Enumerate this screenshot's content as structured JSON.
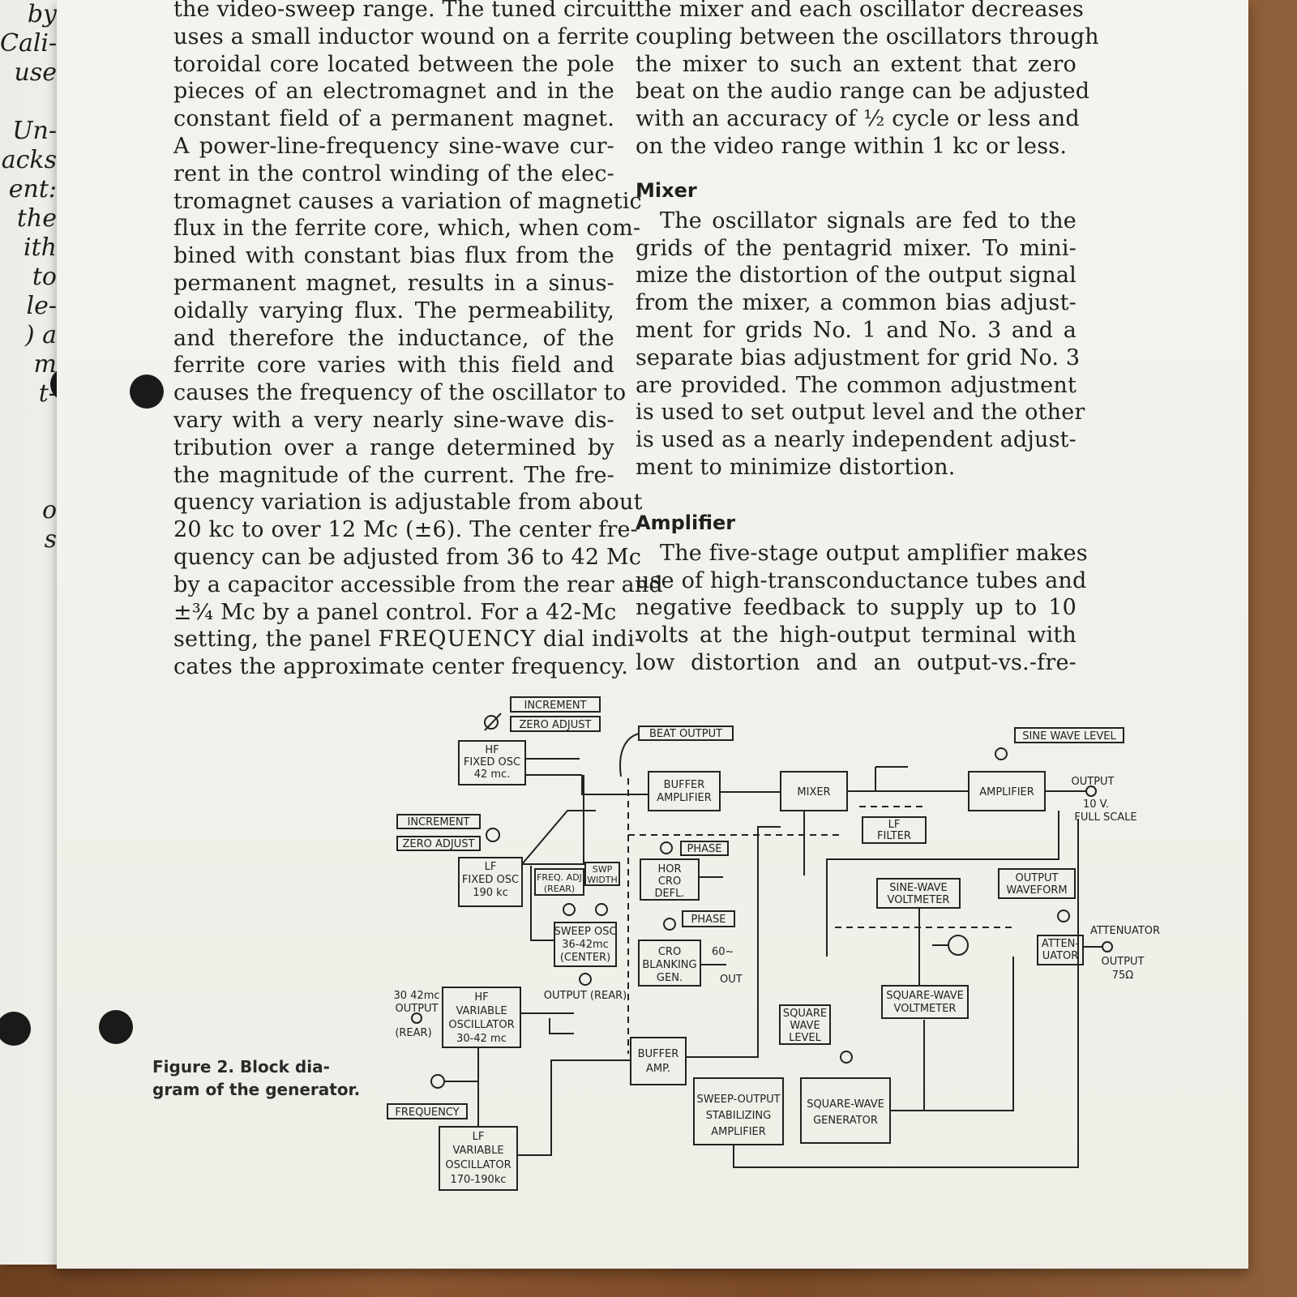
{
  "prev_page_lines": [
    "by",
    "Cali-",
    "use",
    "",
    "Un-",
    "acks",
    "ent:",
    "the",
    "ith",
    "to",
    "le-",
    ") a",
    "m",
    "t-",
    "",
    "",
    "",
    "o",
    "s"
  ],
  "left_column": [
    "the video-sweep range. The tuned circuit",
    "uses a small inductor wound on a ferrite",
    "toroidal core located between the pole",
    "pieces of an electromagnet and in the",
    "constant field of a permanent magnet.",
    "A power-line-frequency sine-wave cur-",
    "rent in the control winding of the elec-",
    "tromagnet causes a variation of magnetic",
    "flux in the ferrite core, which, when com-",
    "bined with constant bias flux from the",
    "permanent magnet, results in a sinus-",
    "oidally varying flux. The permeability,",
    "and therefore the inductance, of the",
    "ferrite core varies with this field and",
    "causes the frequency of the oscillator to",
    "vary with a very nearly sine-wave dis-",
    "tribution over a range determined by",
    "the magnitude of the current. The fre-",
    "quency variation is adjustable from about",
    "20 kc to over 12 Mc (±6). The center fre-",
    "quency can be adjusted from 36 to 42 Mc",
    "by a capacitor accessible from the rear and",
    "±¾ Mc by a panel control. For a 42-Mc"
  ],
  "left_col_end": {
    "pre": "setting, the panel",
    "smallcaps": "FREQUENCY",
    "post": "dial indi-",
    "final": "cates the approximate center frequency."
  },
  "right_top": [
    "the mixer and each oscillator decreases",
    "coupling between the oscillators through",
    "the mixer to such an extent that zero",
    "beat on the audio range can be adjusted",
    "with an accuracy of ½ cycle or less and",
    "on the video range within 1 kc or less."
  ],
  "mixer_heading": "Mixer",
  "mixer_text": [
    "The oscillator signals are fed to the",
    "grids of the pentagrid mixer. To mini-",
    "mize the distortion of the output signal",
    "from the mixer, a common bias adjust-",
    "ment for grids No. 1 and No. 3 and a",
    "separate bias adjustment for grid No. 3",
    "are provided. The common adjustment",
    "is used to set output level and the other",
    "is used as a nearly independent adjust-",
    "ment to minimize distortion."
  ],
  "amplifier_heading": "Amplifier",
  "amplifier_text": [
    "The five-stage output amplifier makes",
    "use of high-transconductance tubes and",
    "negative feedback to supply up to 10",
    "volts at the high-output terminal with",
    "low distortion and an output-vs.-fre-"
  ],
  "caption": [
    "Figure 2. Block dia-",
    "gram of the generator."
  ],
  "diagram": {
    "increment_top": "INCREMENT",
    "zero_adjust_top": "ZERO ADJUST",
    "hf_fixed": [
      "HF",
      "FIXED OSC",
      "42 mc."
    ],
    "increment_mid": "INCREMENT",
    "zero_adjust_mid": "ZERO ADJUST",
    "lf_fixed": [
      "LF",
      "FIXED OSC",
      "190 kc"
    ],
    "freq_adj": [
      "FREQ. ADJ",
      "(REAR)"
    ],
    "swp_width": [
      "SWP",
      "WIDTH"
    ],
    "sweep_osc": [
      "SWEEP OSC",
      "36-42mc",
      "(CENTER)"
    ],
    "output_rear": "OUTPUT (REAR)",
    "hf_var_output": [
      "30 42mc",
      "OUTPUT",
      "(REAR)"
    ],
    "hf_variable": [
      "HF",
      "VARIABLE",
      "OSCILLATOR",
      "30-42 mc"
    ],
    "frequency": "FREQUENCY",
    "lf_variable": [
      "LF",
      "VARIABLE",
      "OSCILLATOR",
      "170-190kc"
    ],
    "beat_output": "BEAT OUTPUT",
    "buffer_amplifier": [
      "BUFFER",
      "AMPLIFIER"
    ],
    "phase1": "PHASE",
    "hor_cro": [
      "HOR",
      "CRO",
      "DEFL."
    ],
    "phase2": "PHASE",
    "cro_blanking": [
      "CRO",
      "BLANKING",
      "GEN."
    ],
    "sixty": "60~",
    "out_label": "OUT",
    "buffer_amp": [
      "BUFFER",
      "AMP."
    ],
    "sweep_output": [
      "SWEEP-OUTPUT",
      "STABILIZING",
      "AMPLIFIER"
    ],
    "mixer": "MIXER",
    "lf_filter": [
      "LF",
      "FILTER"
    ],
    "square_wave_level": [
      "SQUARE",
      "WAVE",
      "LEVEL"
    ],
    "square_wave_generator": [
      "SQUARE-WAVE",
      "GENERATOR"
    ],
    "sine_wave_level": "SINE WAVE LEVEL",
    "amplifier": "AMPLIFIER",
    "output_label": [
      "OUTPUT",
      "10 V.",
      "FULL SCALE"
    ],
    "sine_voltmeter": [
      "SINE-WAVE",
      "VOLTMETER"
    ],
    "output_waveform": [
      "OUTPUT",
      "WAVEFORM"
    ],
    "attenuator_box": [
      "ATTEN-",
      "UATOR"
    ],
    "attenuator_output": [
      "ATTENUATOR",
      "OUTPUT",
      "75Ω"
    ],
    "square_voltmeter": [
      "SQUARE-WAVE",
      "VOLTMETER"
    ]
  }
}
